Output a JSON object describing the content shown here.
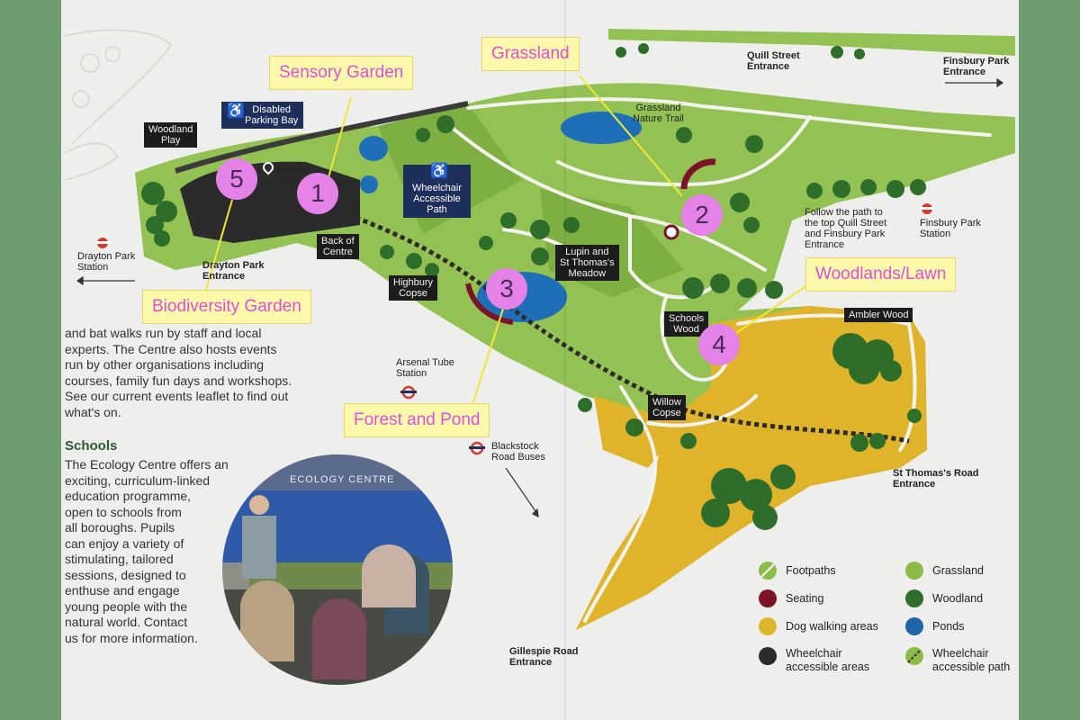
{
  "callouts": {
    "c1": "Sensory Garden",
    "c2": "Grassland",
    "c3": "Biodiversity Garden",
    "c4": "Woodlands/Lawn",
    "c5": "Forest and Pond"
  },
  "markers": [
    "1",
    "2",
    "3",
    "4",
    "5"
  ],
  "labels": {
    "disabled_parking": "Disabled\nParking Bay",
    "woodland_play": "Woodland\nPlay",
    "ecology_centre": "Ecology\nCentre",
    "wheelchair_path": "Wheelchair\nAccessible\nPath",
    "back_of_centre": "Back of\nCentre",
    "drayton_park_entrance": "Drayton Park\nEntrance",
    "drayton_park_station": "Drayton Park\nStation",
    "highbury_copse": "Highbury\nCopse",
    "lupin_meadow": "Lupin and\nSt Thomas's\nMeadow",
    "grassland_trail": "Grassland\nNature Trail",
    "quill_street": "Quill Street\nEntrance",
    "finsbury_park_entrance": "Finsbury Park\nEntrance",
    "follow_path": "Follow the path to\nthe top Quill Street\nand Finsbury Park\nEntrance",
    "finsbury_park_station": "Finsbury Park\nStation",
    "schools_wood": "Schools\nWood",
    "ambler_wood": "Ambler Wood",
    "willow_copse": "Willow\nCopse",
    "arsenal_tube": "Arsenal Tube\nStation",
    "blackstock": "Blackstock\nRoad Buses",
    "st_thomas_entrance": "St Thomas's Road\nEntrance",
    "gillespie": "Gillespie Road\nEntrance"
  },
  "text": {
    "intro": "and bat walks run by staff and local\nexperts. The Centre also hosts events\nrun by other organisations including\ncourses, family fun days and workshops.\nSee our current events leaflet to find out\nwhat's on.",
    "schools_heading": "Schools",
    "schools_body": "The Ecology Centre offers an\nexciting, curriculum-linked\neducation programme,\nopen to schools from\nall boroughs. Pupils\ncan enjoy a variety of\nstimulating, tailored\nsessions, designed to\nenthuse and engage\nyoung people with the\nnatural world. Contact\nus for more information."
  },
  "photo_sign": "ECOLOGY CENTRE",
  "legend": [
    {
      "label": "Footpaths",
      "color": "#8dbb4a"
    },
    {
      "label": "Seating",
      "color": "#7a1426"
    },
    {
      "label": "Dog walking areas",
      "color": "#e0b42a"
    },
    {
      "label": "Wheelchair\naccessible areas",
      "color": "#2b2b2b"
    },
    {
      "label": "Grassland",
      "color": "#8dbb4a"
    },
    {
      "label": "Woodland",
      "color": "#2f6d2a"
    },
    {
      "label": "Ponds",
      "color": "#1e64a8"
    },
    {
      "label": "Wheelchair\naccessible path",
      "color": "#8dbb4a"
    }
  ],
  "colors": {
    "grassland": "#93c153",
    "dark_grass": "#7daf42",
    "woodland": "#2f6d2a",
    "pond": "#1e6fb8",
    "dog_area": "#e0b42a",
    "path": "#f4f4ee",
    "callout_text": "#e04fd8",
    "marker": "#e582e8"
  }
}
